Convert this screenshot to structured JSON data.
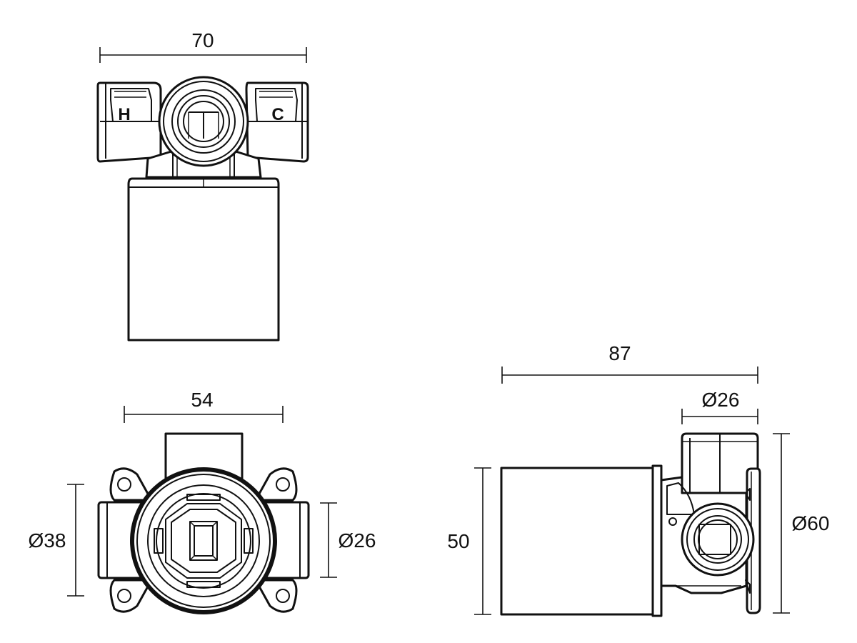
{
  "dimensions": {
    "top_width": "70",
    "front_width": "54",
    "front_left_diameter": "Ø38",
    "front_right_diameter": "Ø26",
    "side_length": "87",
    "side_outlet_diameter": "Ø26",
    "side_body_height": "50",
    "side_flange_diameter": "Ø60"
  },
  "markings": {
    "hot": "H",
    "cold": "C"
  }
}
